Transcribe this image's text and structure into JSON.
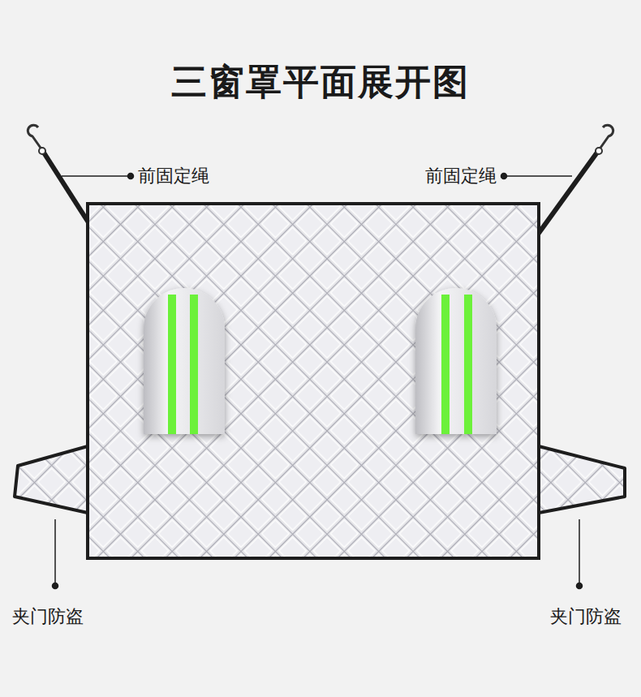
{
  "diagram": {
    "title": "三窗罩平面展开图",
    "labels": [
      "前固定绳",
      "前固定绳",
      "夹门防盗",
      "夹门防盗"
    ]
  }
}
